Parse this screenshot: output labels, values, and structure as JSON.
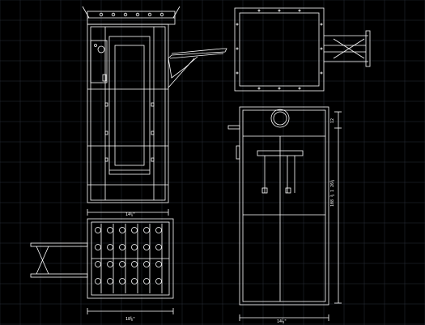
{
  "view": {
    "background": "#000000",
    "grid_color": "#2b2f3a",
    "line_color": "#ffffff"
  },
  "dimensions": {
    "front_bottom_width": "14¼\"",
    "front_base_width": "18⅝\"",
    "side_base_width": "14⅞\"",
    "side_height": "108 ¾ 1 26¾",
    "side_top_label": "12"
  }
}
